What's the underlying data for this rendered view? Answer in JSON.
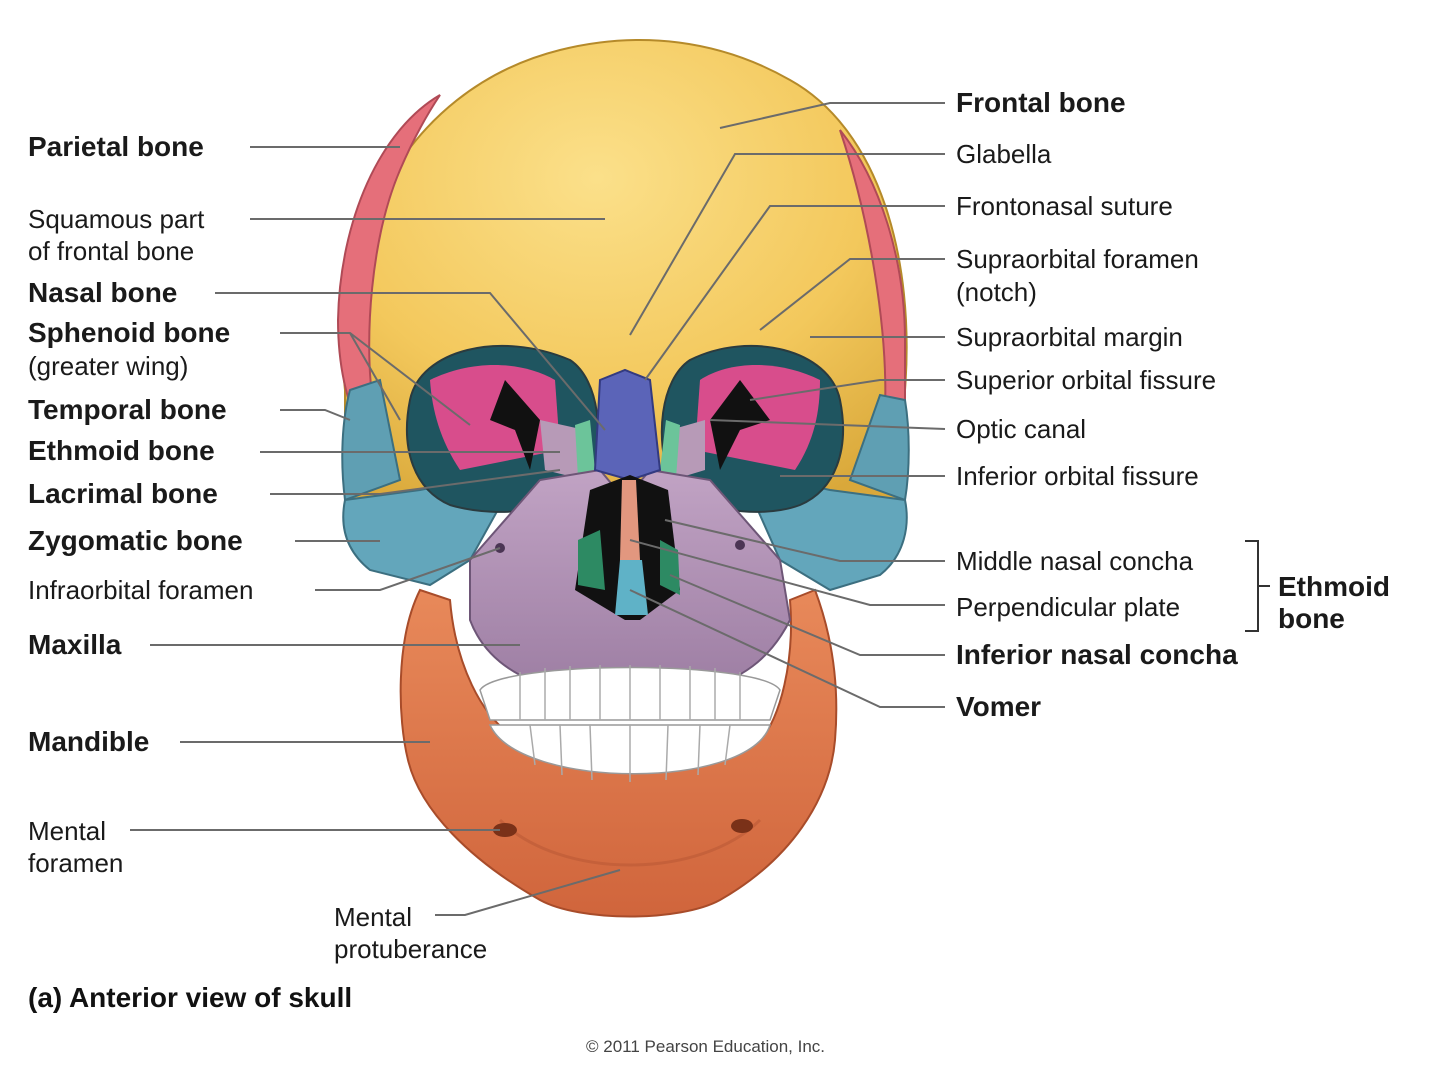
{
  "figure": {
    "caption": "(a) Anterior view of skull",
    "copyright": "© 2011 Pearson Education, Inc."
  },
  "labels": {
    "left": {
      "parietal": "Parietal bone",
      "squamous_1": "Squamous part",
      "squamous_2": "of frontal bone",
      "nasal": "Nasal bone",
      "sphenoid_1": "Sphenoid bone",
      "sphenoid_2": "(greater wing)",
      "temporal": "Temporal bone",
      "ethmoid": "Ethmoid bone",
      "lacrimal": "Lacrimal bone",
      "zygomatic": "Zygomatic bone",
      "infraorbital": "Infraorbital foramen",
      "maxilla": "Maxilla",
      "mandible": "Mandible",
      "mental_foramen_1": "Mental",
      "mental_foramen_2": "foramen",
      "mental_prot_1": "Mental",
      "mental_prot_2": "protuberance"
    },
    "right": {
      "frontal": "Frontal bone",
      "glabella": "Glabella",
      "frontonasal": "Frontonasal suture",
      "supraorbital_foramen_1": "Supraorbital foramen",
      "supraorbital_foramen_2": "(notch)",
      "supraorbital_margin": "Supraorbital margin",
      "superior_orbital_fissure": "Superior orbital fissure",
      "optic_canal": "Optic canal",
      "inferior_orbital_fissure": "Inferior orbital fissure",
      "middle_nasal_concha": "Middle nasal concha",
      "perpendicular_plate": "Perpendicular plate",
      "ethmoid_group_1": "Ethmoid",
      "ethmoid_group_2": "bone",
      "inferior_nasal_concha": "Inferior nasal concha",
      "vomer": "Vomer"
    }
  },
  "colors": {
    "frontal": "#f3c85c",
    "parietal": "#e56f7a",
    "temporal": "#5f9fb3",
    "zygomatic": "#63a6bb",
    "sphenoid": "#d84d8c",
    "maxilla": "#b495b8",
    "mandible": "#e07f53",
    "nasal": "#5b64b8",
    "lacrimal": "#6cc49a",
    "teeth": "#ffffff",
    "leader_line": "#6b6b6b"
  }
}
